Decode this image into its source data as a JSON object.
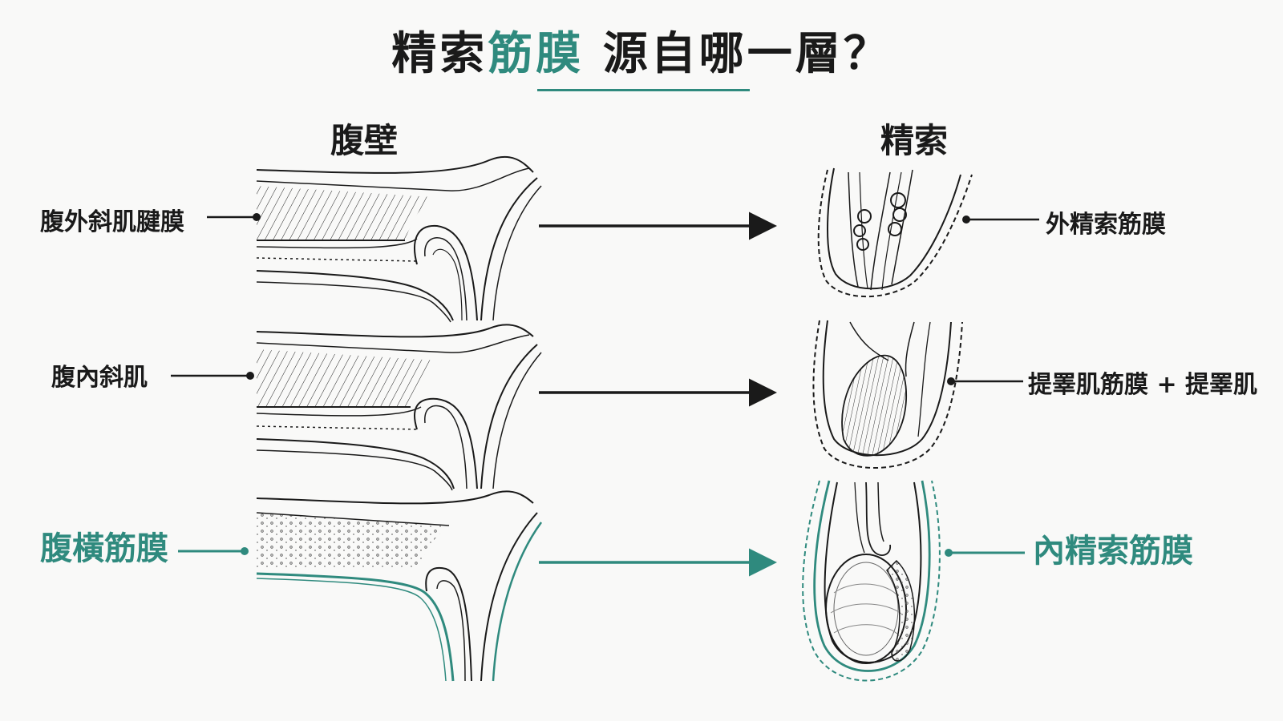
{
  "title": {
    "part1": "精索",
    "accent": "筋膜",
    "part2": " 源自哪一層？"
  },
  "headings": {
    "left": "腹壁",
    "right": "精索"
  },
  "rows": [
    {
      "left_label": "腹外斜肌腱膜",
      "right_label": "外精索筋膜"
    },
    {
      "left_label": "腹內斜肌",
      "right_label": "提睪肌筋膜 + 提睪肌"
    },
    {
      "left_label": "腹橫筋膜",
      "right_label": "內精索筋膜"
    }
  ],
  "colors": {
    "accent": "#2f8a7e",
    "ink": "#1a1a1a",
    "background": "#f9f9f8"
  }
}
